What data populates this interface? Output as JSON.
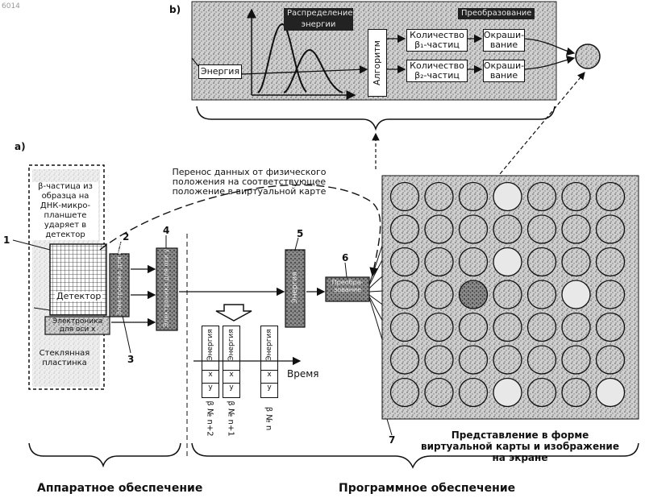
{
  "corner_id": "6014",
  "panel_b": {
    "label": "b)",
    "distribution_header": "Распределение энергии",
    "conversion_header": "Преобразование",
    "energy_box": "Энергия",
    "algorithm_box": "Алгоритм",
    "count_beta1": "Количество β₁-частиц",
    "count_beta2": "Количество β₂-частиц",
    "coloring_1": "Окраши-вание",
    "coloring_2": "Окраши-вание"
  },
  "panel_a": {
    "label": "a)",
    "transfer_text": "Перенос данных от физического положения на соответствующее положение в виртуальной карте",
    "beta_particle_text": "β-частица из образца на ДНК-микро-планшете ударяет в детектор",
    "detector_label": "Детектор",
    "electronics_label": "Электроника для оси x",
    "glass_plate": "Стеклянная пластинка",
    "num_1": "1",
    "num_2": "2",
    "num_3": "3",
    "num_4": "4",
    "num_5": "5",
    "num_6": "6",
    "num_7": "7",
    "block2_text": "Электроника для оси y",
    "block4_text": "Электроника для оси y",
    "block5_text": "Энергия",
    "block6_text": "Преобра-зование",
    "time_label": "Время",
    "record_energy": "Энергия",
    "record_x": "x",
    "record_y": "y",
    "record_names": [
      "β № n+2",
      "β № n+1",
      "β № n"
    ],
    "virtual_map_caption": "Представление в форме виртуальной карты и изображение на экране",
    "hardware_label": "Аппаратное обеспечение",
    "software_label": "Программное обеспечение"
  },
  "virtual_map": {
    "rows": 7,
    "cols": 7,
    "light_cells": [
      [
        0,
        3
      ],
      [
        2,
        3
      ],
      [
        3,
        5
      ],
      [
        6,
        3
      ],
      [
        6,
        6
      ]
    ],
    "dark_cells": [
      [
        3,
        2
      ]
    ]
  }
}
